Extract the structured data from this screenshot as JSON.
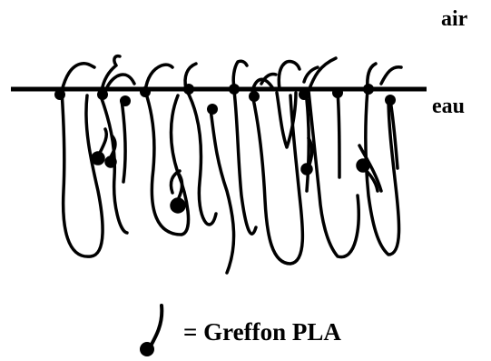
{
  "labels": {
    "air": "air",
    "water": "eau"
  },
  "legend": {
    "text": "= Greffon PLA",
    "icon": "pla-graft-icon"
  },
  "colors": {
    "ink": "#000000",
    "background": "#ffffff"
  }
}
